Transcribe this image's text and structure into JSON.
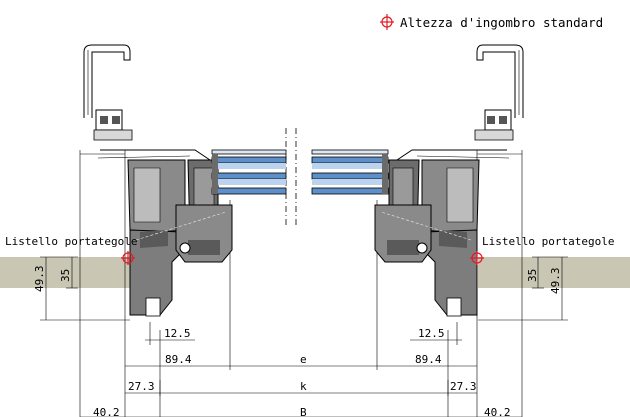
{
  "legend": {
    "text": "Altezza d'ingombro standard",
    "symbol_color": "#e01b24"
  },
  "labels": {
    "batten_left": "Listello portategole",
    "batten_right": "Listello portategole"
  },
  "dimensions": {
    "left_49_3": "49.3",
    "left_35": "35",
    "right_35": "35",
    "right_49_3": "49.3",
    "left_12_5": "12.5",
    "right_12_5": "12.5",
    "left_89_4": "89.4",
    "right_89_4": "89.4",
    "center_e": "e",
    "left_27_3": "27.3",
    "right_27_3": "27.3",
    "center_k": "k",
    "left_40_2": "40.2",
    "right_40_2": "40.2",
    "center_B": "B"
  },
  "colors": {
    "frame_gray": "#7a7a7a",
    "dark_gray": "#4a4a4a",
    "batten_beige": "#c9c6b4",
    "glass_blue": "#5e8fc8",
    "glass_light": "#bcd3ee",
    "legend_red": "#e01b24"
  }
}
